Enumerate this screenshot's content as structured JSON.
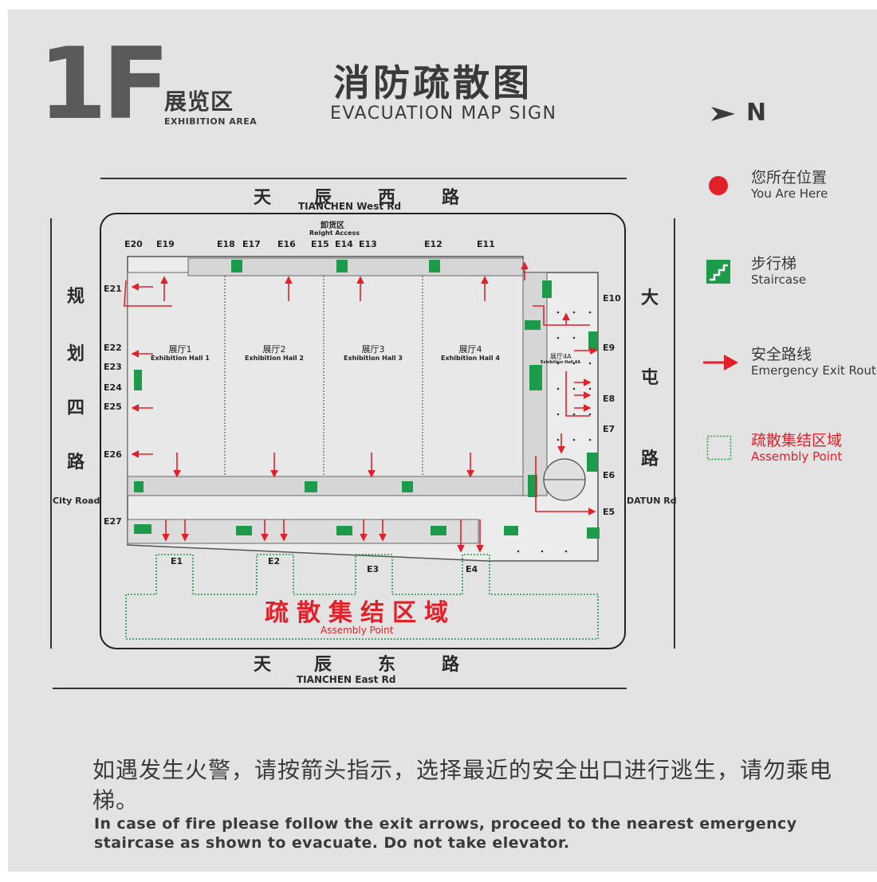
{
  "header": {
    "floor": "1F",
    "zone_cn": "展览区",
    "zone_en": "EXHIBITION AREA",
    "title_cn": "消防疏散图",
    "title_en": "EVACUATION MAP SIGN",
    "north_label": "N"
  },
  "legend": [
    {
      "icon": "red-dot-icon",
      "cn": "您所在位置",
      "en": "You Are Here"
    },
    {
      "icon": "staircase-icon",
      "cn": "步行梯",
      "en": "Staircase"
    },
    {
      "icon": "red-arrow-icon",
      "cn": "安全路线",
      "en": "Emergency Exit Route"
    },
    {
      "icon": "dotted-box-icon",
      "cn": "疏散集结区域",
      "en": "Assembly Point"
    }
  ],
  "roads": {
    "north_cn": [
      "天",
      "辰",
      "西",
      "路"
    ],
    "north_en": "TIANCHEN West Rd",
    "south_cn": [
      "天",
      "辰",
      "东",
      "路"
    ],
    "south_en": "TIANCHEN East Rd",
    "west_cn": [
      "规",
      "划",
      "四",
      "路"
    ],
    "west_en": "City Road",
    "east_cn": [
      "大",
      "屯",
      "路"
    ],
    "east_en": "DATUN Rd"
  },
  "loading": {
    "cn": "卸货区",
    "en": "Reight Access"
  },
  "halls": [
    {
      "cn": "展厅1",
      "en": "Exhibition Hall 1"
    },
    {
      "cn": "展厅2",
      "en": "Exhibition Hall 2"
    },
    {
      "cn": "展厅3",
      "en": "Exhibition Hall 3"
    },
    {
      "cn": "展厅4",
      "en": "Exhibition Hall 4"
    },
    {
      "cn": "展厅4A",
      "en": "Exhibition Hall 4A"
    }
  ],
  "exits": {
    "top": [
      "E20",
      "E19",
      "E18",
      "E17",
      "E16",
      "E15",
      "E14",
      "E13",
      "E12",
      "E11"
    ],
    "left": [
      "E21",
      "E22",
      "E23",
      "E24",
      "E25",
      "E26",
      "E27"
    ],
    "right": [
      "E10",
      "E9",
      "E8",
      "E7",
      "E6",
      "E5"
    ],
    "bottom": [
      "E1",
      "E2",
      "E3",
      "E4"
    ]
  },
  "assembly": {
    "cn": "疏散集结区域",
    "en": "Assembly Point"
  },
  "notice": {
    "cn": "如遇发生火警，请按箭头指示，选择最近的安全出口进行逃生，请勿乘电梯。",
    "en": "In case of fire  please follow the exit arrows, proceed to the nearest emergency staircase as shown to evacuate. Do not take elevator."
  },
  "colors": {
    "red": "#e2202a",
    "green": "#1d9a4a",
    "dark": "#3a3a3a",
    "background": "#e3e3e3"
  }
}
